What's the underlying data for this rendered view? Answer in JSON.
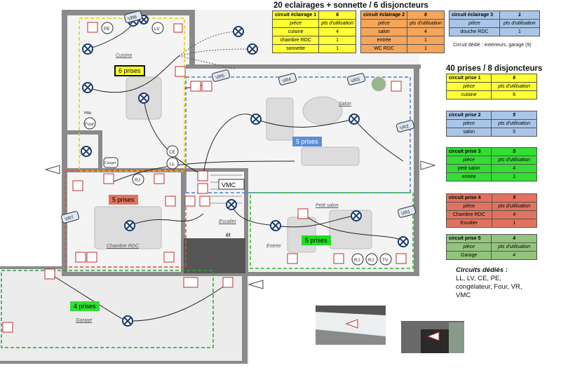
{
  "lighting": {
    "heading": "20 eclairages + sonnette / 6 disjoncteurs",
    "note": "Circuit dédié : extérieurs, garage (9)",
    "circuits": [
      {
        "title": "circuit éclairage 1",
        "count": "6",
        "col1": "pièce",
        "col2": "pts d'utilisation",
        "color": "#ffff33",
        "rows": [
          [
            "cuisine",
            "4"
          ],
          [
            "chambre RDC",
            "1"
          ],
          [
            "sonnette",
            "1"
          ]
        ]
      },
      {
        "title": "circuit éclairage 2",
        "count": "6",
        "col1": "pièce",
        "col2": "pts d'utilisation",
        "color": "#f4a65a",
        "rows": [
          [
            "salon",
            "4"
          ],
          [
            "entrée",
            "1"
          ],
          [
            "WC RDC",
            "1"
          ]
        ]
      },
      {
        "title": "circuit éclairage 3",
        "count": "1",
        "col1": "pièce",
        "col2": "pts d'utilisation",
        "color": "#a9c6e8",
        "rows": [
          [
            "douche RDC",
            "1"
          ]
        ]
      }
    ]
  },
  "sockets": {
    "heading": "40 prises / 8 disjoncteurs",
    "circuits": [
      {
        "title": "circuit prise 1",
        "count": "6",
        "col1": "pièce",
        "col2": "pts d'utilisation",
        "rows": [
          [
            "cuisine",
            "6"
          ]
        ]
      },
      {
        "title": "circuit prise 2",
        "count": "5",
        "col1": "pièce",
        "col2": "pts d'utilisation",
        "rows": [
          [
            "salon",
            "5"
          ]
        ]
      },
      {
        "title": "circuit prise 3",
        "count": "5",
        "col1": "pièce",
        "col2": "pts d'utilisation",
        "rows": [
          [
            "petit salon",
            "4"
          ],
          [
            "entrée",
            "1"
          ]
        ]
      },
      {
        "title": "circuit prise 4",
        "count": "5",
        "col1": "pièce",
        "col2": "pts d'utilisation",
        "rows": [
          [
            "Chambre RDC",
            "4"
          ],
          [
            "Escalier",
            "1"
          ]
        ]
      },
      {
        "title": "circuit prise 5",
        "count": "4",
        "col1": "pièce",
        "col2": "pts d'utilisation",
        "rows": [
          [
            "Garage",
            "4"
          ]
        ]
      }
    ]
  },
  "dedicated": {
    "title": "Circuits dédiés :",
    "lines": [
      "LL, LV, CE, PE,",
      "congélateur, Four, VR,",
      "VMC"
    ]
  },
  "zones": {
    "cuisine": "6 prises",
    "salon": "5 prises",
    "chambre": "5 prises",
    "petit_salon": "5 prises",
    "garage": "4 prises"
  },
  "rooms": {
    "cuisine": "Cuisine",
    "salon": "Salon",
    "chambre": "Chambre RDC",
    "escalier": "Escalier",
    "entree": "Entrée",
    "petit_salon": "Petit salon",
    "garage": "Garage"
  },
  "labels": {
    "vr1": "VR1",
    "vr2": "VR2",
    "vr3": "VR3",
    "vr4": "VR4",
    "vr5": "VR5",
    "vr6": "VR6",
    "vr7": "VR7",
    "pe": "PE",
    "lv": "LV",
    "ce": "CE",
    "ll": "LL",
    "rj": "RJ",
    "tv": "TV",
    "vmc": "VMC",
    "hte": "Hte",
    "four": "Four",
    "congel": "Congel",
    "et": "ét"
  },
  "colors": {
    "yellow": "#ffff33",
    "orange": "#f4a65a",
    "blue": "#a9c6e8",
    "green": "#33dd33",
    "red": "#e0735f",
    "lgreen": "#93c47d",
    "wall": "#8a8a8a",
    "wire": "#222222"
  }
}
